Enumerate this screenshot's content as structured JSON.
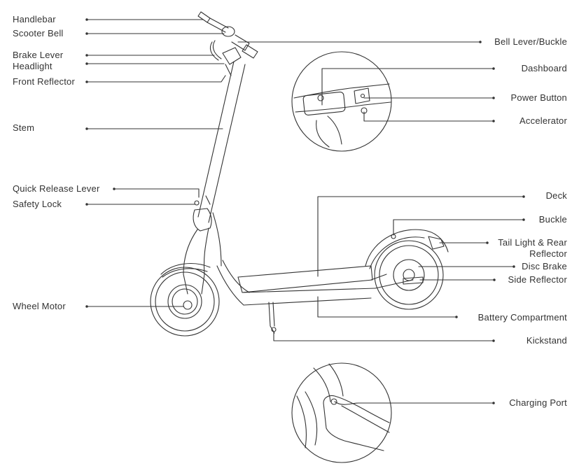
{
  "labels_left": [
    {
      "id": "handlebar",
      "text": "Handlebar"
    },
    {
      "id": "scooter-bell",
      "text": "Scooter Bell"
    },
    {
      "id": "brake-lever",
      "text": "Brake Lever"
    },
    {
      "id": "headlight",
      "text": "Headlight"
    },
    {
      "id": "front-reflector",
      "text": "Front Reflector"
    },
    {
      "id": "stem",
      "text": "Stem"
    },
    {
      "id": "quick-release-lever",
      "text": "Quick Release Lever"
    },
    {
      "id": "safety-lock",
      "text": "Safety Lock"
    },
    {
      "id": "wheel-motor",
      "text": "Wheel Motor"
    }
  ],
  "labels_right": [
    {
      "id": "bell-lever-buckle",
      "text": "Bell Lever/Buckle"
    },
    {
      "id": "dashboard",
      "text": "Dashboard"
    },
    {
      "id": "power-button",
      "text": "Power Button"
    },
    {
      "id": "accelerator",
      "text": "Accelerator"
    },
    {
      "id": "deck",
      "text": "Deck"
    },
    {
      "id": "buckle",
      "text": "Buckle"
    },
    {
      "id": "tail-light",
      "text": "Tail Light & Rear"
    },
    {
      "id": "tail-light-2",
      "text": "Reflector"
    },
    {
      "id": "disc-brake",
      "text": "Disc Brake"
    },
    {
      "id": "side-reflector",
      "text": "Side Reflector"
    },
    {
      "id": "battery-compartment",
      "text": "Battery Compartment"
    },
    {
      "id": "kickstand",
      "text": "Kickstand"
    },
    {
      "id": "charging-port",
      "text": "Charging Port"
    }
  ],
  "colors": {
    "line": "#333333",
    "text": "#333333",
    "background": "#ffffff"
  }
}
